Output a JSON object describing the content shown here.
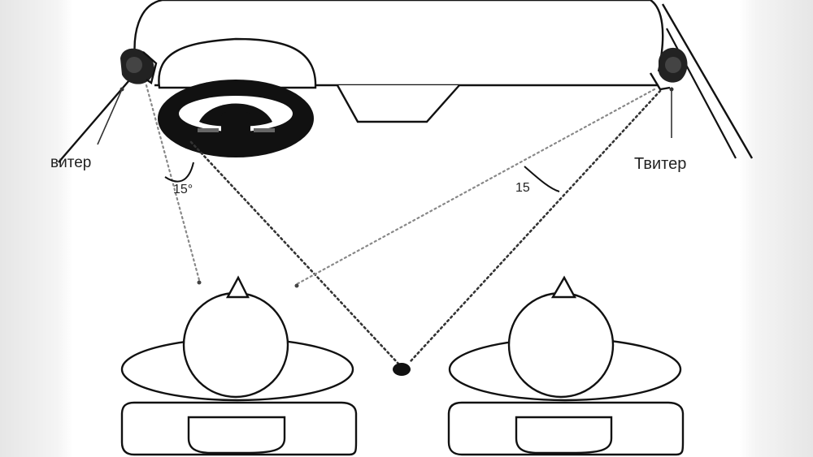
{
  "labels": {
    "left_tweeter": "витер",
    "right_tweeter": "Твитер",
    "left_angle": "15°",
    "right_angle": "15"
  },
  "colors": {
    "ink": "#111111",
    "paper": "#ffffff",
    "side_bars": "#e6e6e6"
  },
  "icons": {
    "tweeter": "speaker-icon",
    "steering_wheel": "steering-wheel-icon",
    "listener": "person-head-icon",
    "focus_point": "dot-icon"
  }
}
